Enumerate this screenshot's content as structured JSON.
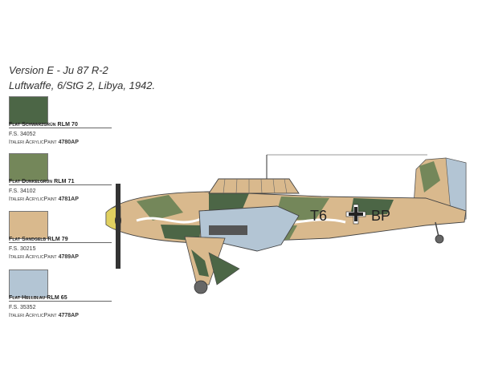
{
  "title": {
    "line1": "Version E - Ju 87 R-2",
    "line2": "Luftwaffe, 6/StG 2, Libya, 1942."
  },
  "colors": [
    {
      "name": "Flat Schwarzgrün RLM 70",
      "fs": "F.S. 34052",
      "paint_brand": "Italeri AcrylicPaint",
      "paint_code": "4780AP",
      "hex": "#4c6646"
    },
    {
      "name": "Flat Dunkelgrün RLM 71",
      "fs": "F.S. 34102",
      "paint_brand": "Italeri AcrylicPaint",
      "paint_code": "4781AP",
      "hex": "#74875a"
    },
    {
      "name": "Flat Sandgelb RLM 79",
      "fs": "F.S. 30215",
      "paint_brand": "Italeri AcrylicPaint",
      "paint_code": "4789AP",
      "hex": "#d9b98d"
    },
    {
      "name": "Flat Hellblau RLM 65",
      "fs": "F.S. 35352",
      "paint_brand": "Italeri AcrylicPaint",
      "paint_code": "4778AP",
      "hex": "#b3c5d4"
    }
  ],
  "aircraft": {
    "marking_left": "T6",
    "marking_right": "BP"
  }
}
